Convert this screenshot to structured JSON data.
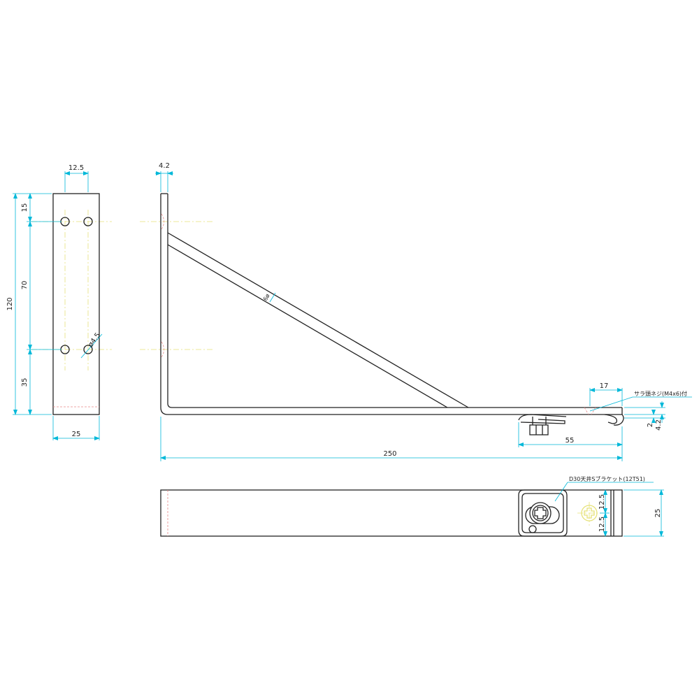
{
  "colors": {
    "object": "#222222",
    "dimension": "#00b8d9",
    "centerline": "#e6e27a",
    "hidden": "#e88a8a"
  },
  "front_view": {
    "dim_width": "25",
    "dim_hole_pitch_x": "12.5",
    "dim_total_height": "120",
    "dim_top_offset": "15",
    "dim_hole_pitch_y": "70",
    "dim_bottom_offset": "35",
    "dim_hole_dia": "ø4.5"
  },
  "side_view": {
    "dim_thickness": "4.2",
    "dim_brace_dia": "6ø",
    "dim_total_length": "250",
    "dim_bracket_length": "55",
    "dim_screw_offset": "17",
    "dim_step": "2",
    "dim_lip": "4.2",
    "label_screw": "サラ頭ネジ(M4x6)付"
  },
  "top_view": {
    "label_bracket": "D30天井Sブラケット(12T51)",
    "dim_width": "25",
    "dim_half_a": "12.5",
    "dim_half_b": "12.5"
  }
}
